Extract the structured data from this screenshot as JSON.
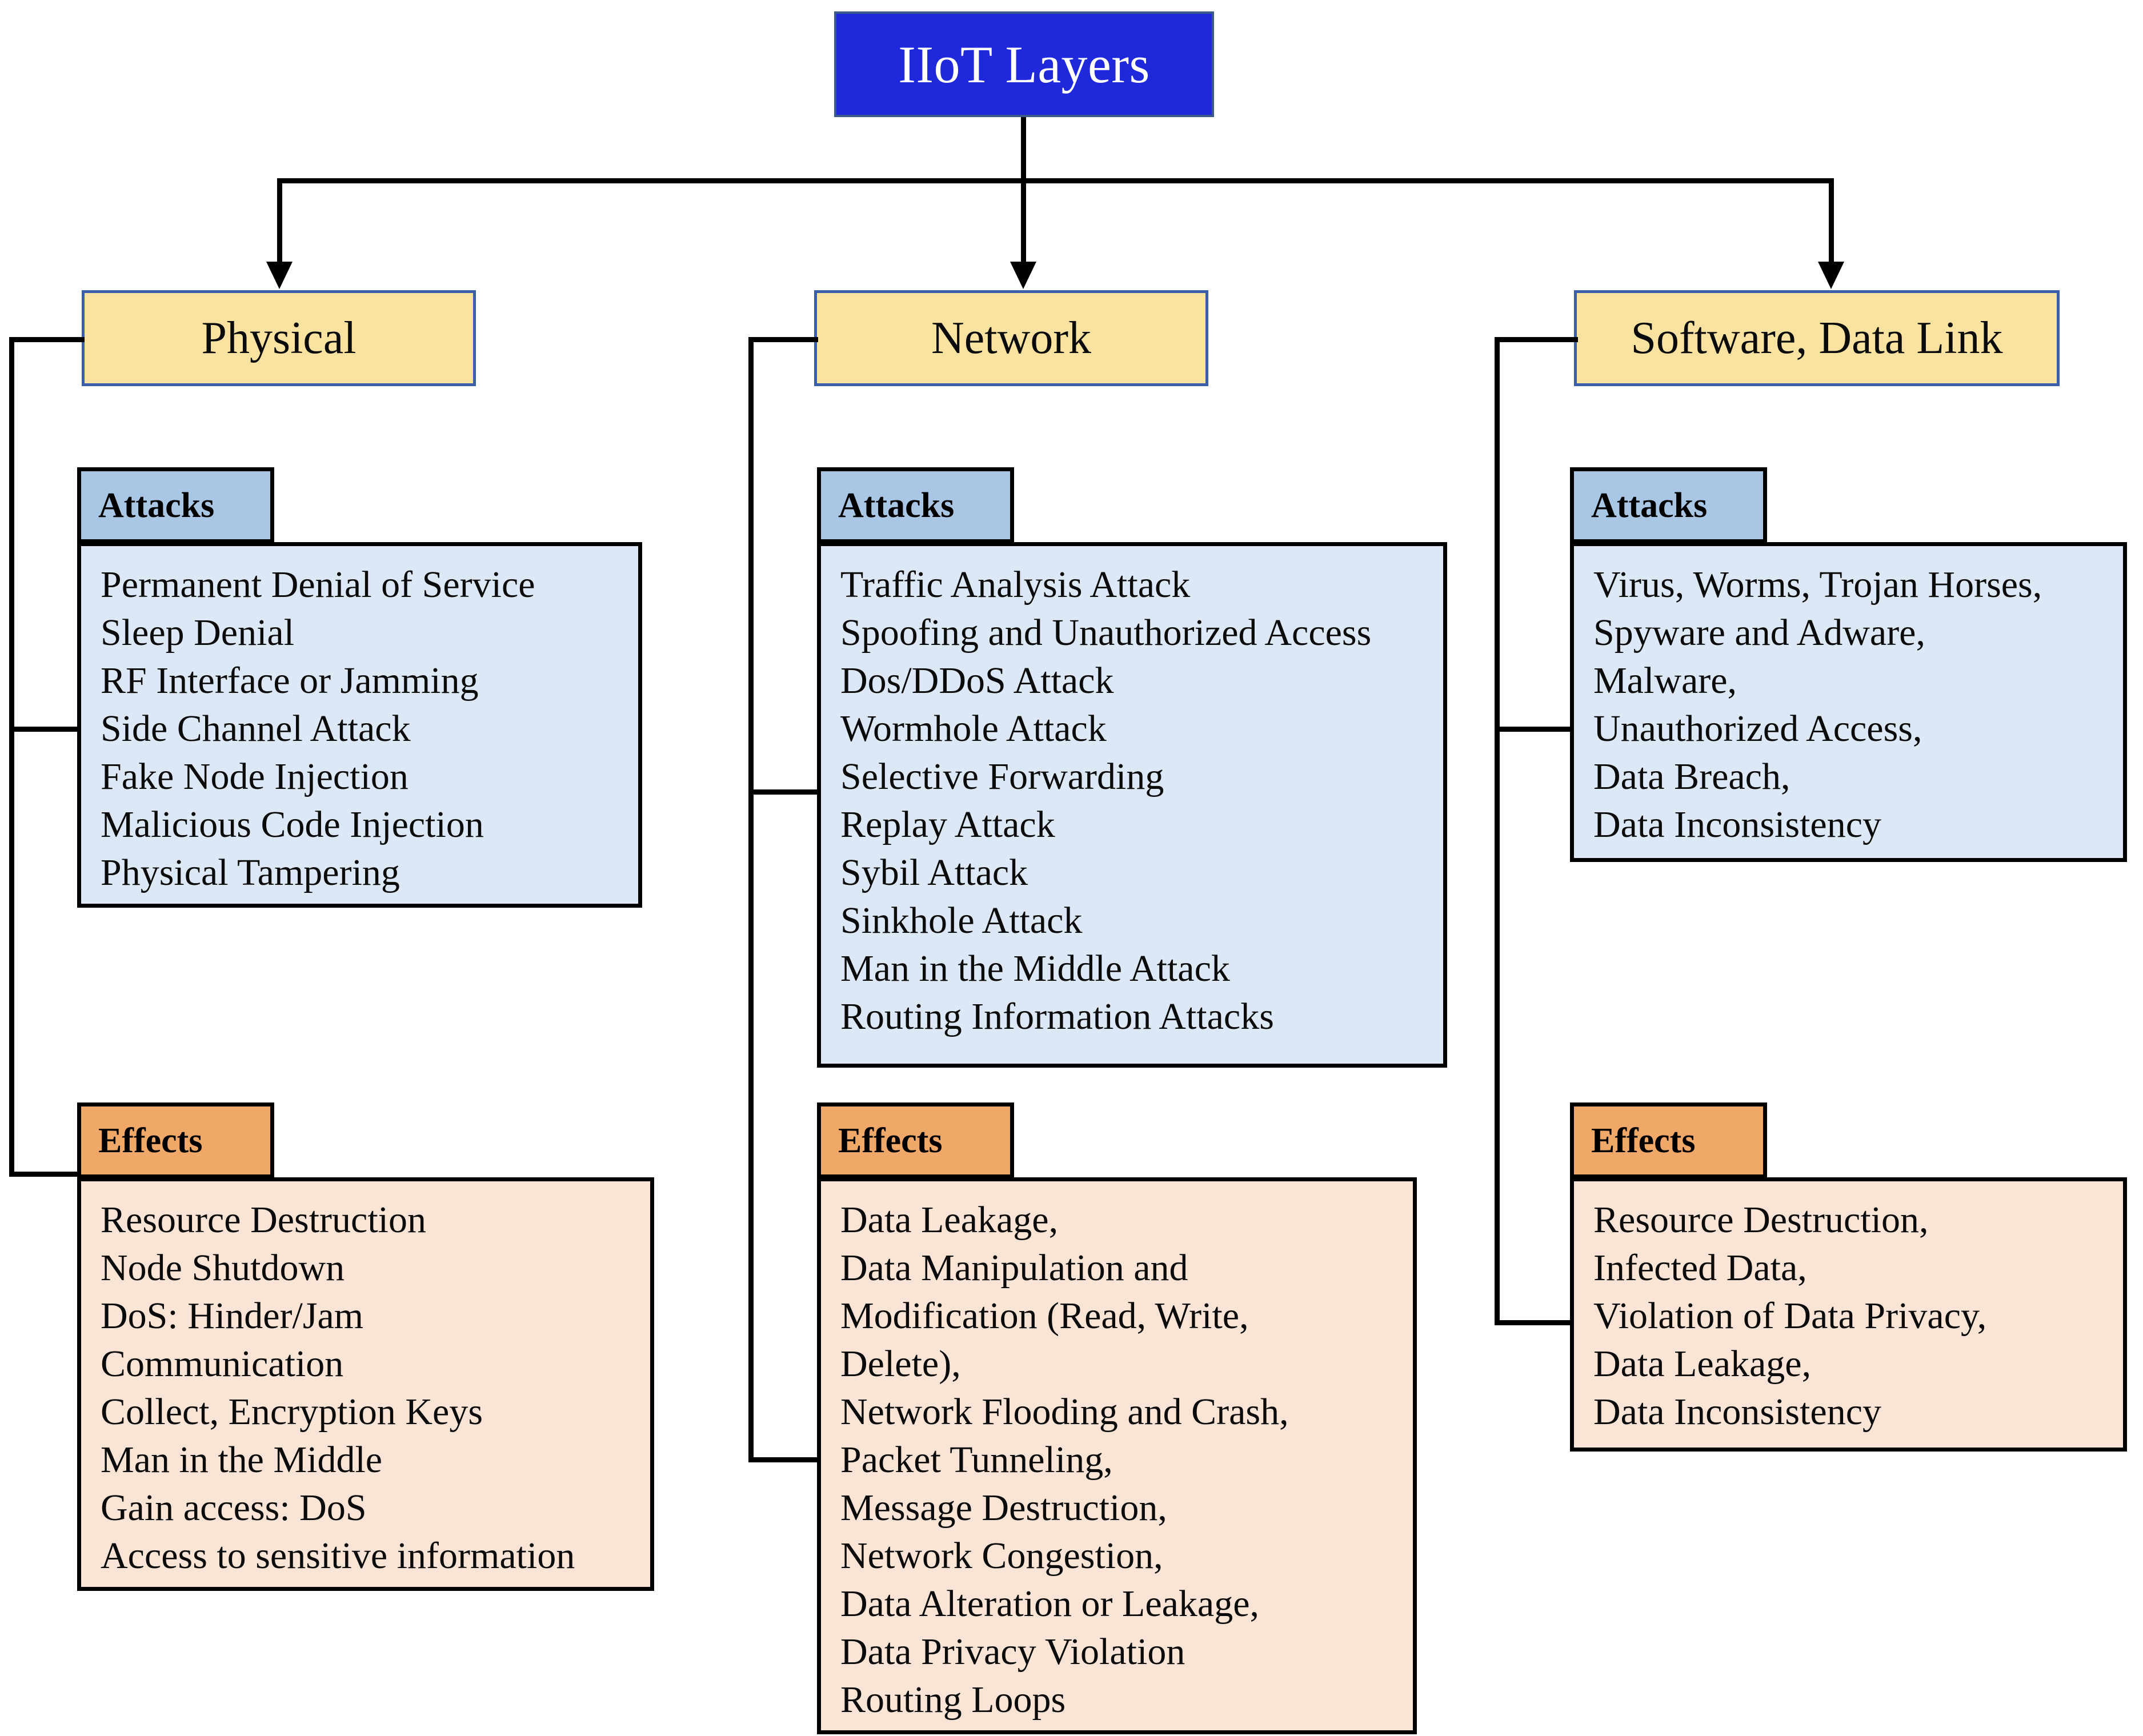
{
  "diagram": {
    "root": {
      "label": "IIoT Layers"
    },
    "section_headers": {
      "attacks": "Attacks",
      "effects": "Effects"
    },
    "colors": {
      "root_fill": "#1F28DB",
      "root_border": "#3A5A8C",
      "root_text": "#FFFFFF",
      "layer_fill": "#FAE3A0",
      "layer_border": "#3A5FA8",
      "attacks_tab_fill": "#A9C7E5",
      "attacks_body_fill": "#DDE8F6",
      "effects_tab_fill": "#F0A868",
      "effects_body_fill": "#FAE4D5",
      "connector": "#000000",
      "text": "#000000"
    },
    "columns": [
      {
        "id": "physical",
        "layer_label": "Physical",
        "attacks": [
          "Permanent Denial of Service",
          "Sleep Denial",
          "RF Interface or Jamming",
          "Side Channel Attack",
          "Fake Node Injection",
          "Malicious Code Injection",
          "Physical Tampering"
        ],
        "effects": [
          "Resource Destruction",
          "Node Shutdown",
          "DoS: Hinder/Jam",
          "Communication",
          "Collect, Encryption Keys",
          "Man in the Middle",
          "Gain access: DoS",
          "Access to sensitive information"
        ]
      },
      {
        "id": "network",
        "layer_label": "Network",
        "attacks": [
          "Traffic Analysis Attack",
          "Spoofing and Unauthorized Access",
          "Dos/DDoS Attack",
          "Wormhole Attack",
          "Selective Forwarding",
          "Replay Attack",
          "Sybil Attack",
          "Sinkhole Attack",
          "Man in the Middle Attack",
          "Routing Information Attacks"
        ],
        "effects": [
          "Data Leakage,",
          "Data Manipulation and",
          "Modification (Read, Write,",
          "Delete),",
          "Network Flooding and Crash,",
          "Packet Tunneling,",
          "Message Destruction,",
          "Network Congestion,",
          "Data Alteration or Leakage,",
          "Data Privacy Violation",
          "Routing Loops"
        ]
      },
      {
        "id": "software-data-link",
        "layer_label": "Software, Data Link",
        "attacks": [
          "Virus, Worms, Trojan Horses,",
          "Spyware and Adware,",
          "Malware,",
          "Unauthorized Access,",
          "Data Breach,",
          "Data Inconsistency"
        ],
        "effects": [
          "Resource Destruction,",
          "Infected Data,",
          "Violation of Data Privacy,",
          "Data Leakage,",
          "Data Inconsistency"
        ]
      }
    ]
  }
}
